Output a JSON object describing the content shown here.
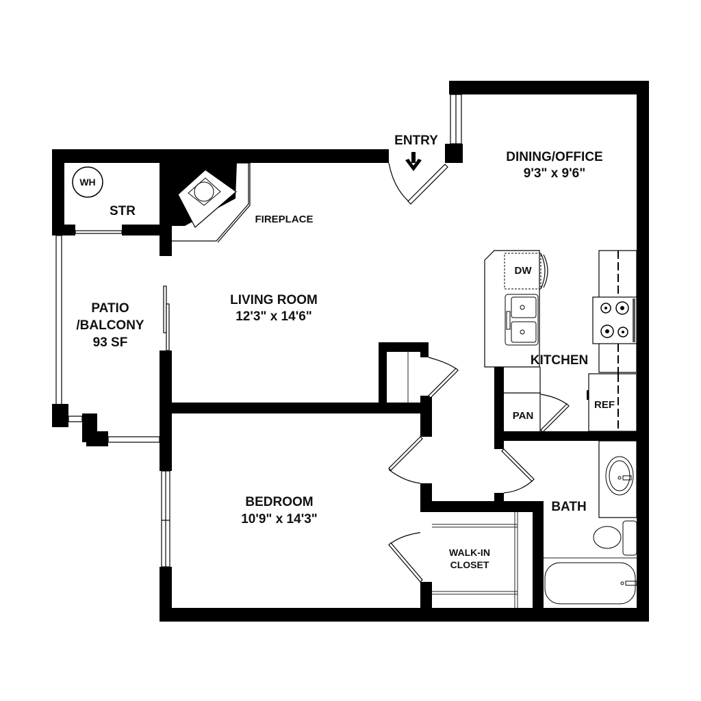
{
  "plan": {
    "rooms": {
      "entry": {
        "label": "ENTRY"
      },
      "dining": {
        "label": "DINING/OFFICE",
        "size": "9'3\" x 9'6\""
      },
      "storage": {
        "label": "STR",
        "fixture": "WH"
      },
      "fireplace": {
        "label": "FIREPLACE"
      },
      "living": {
        "label": "LIVING ROOM",
        "size": "12'3\" x 14'6\""
      },
      "patio": {
        "line1": "PATIO",
        "line2": "/BALCONY",
        "area": "93 SF"
      },
      "kitchen": {
        "label": "KITCHEN",
        "dishwasher": "DW",
        "pantry": "PAN",
        "refrigerator": "REF"
      },
      "bedroom": {
        "label": "BEDROOM",
        "size": "10'9\" x 14'3\""
      },
      "closet": {
        "line1": "WALK-IN",
        "line2": "CLOSET"
      },
      "bath": {
        "label": "BATH"
      }
    },
    "colors": {
      "wall": "#000000",
      "background": "#ffffff"
    }
  }
}
